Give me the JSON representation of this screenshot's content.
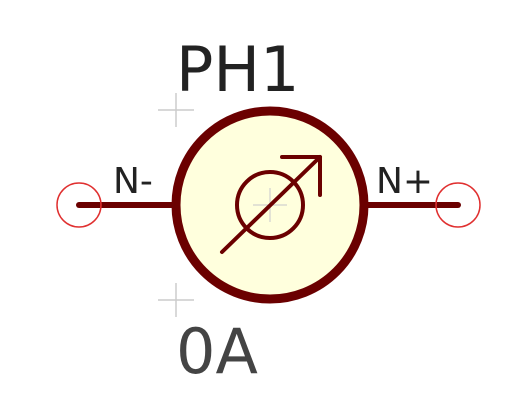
{
  "component": {
    "reference": "PH1",
    "value": "0A",
    "symbol_icon": "phase-shift-icon",
    "pins": {
      "left": "N-",
      "right": "N+"
    }
  },
  "colors": {
    "body_fill": "#ffffdd",
    "body_stroke": "#6b0000",
    "wire": "#6b0000",
    "pin_endpoint": "#e03030",
    "anchor_cross": "#cccccc",
    "center_cross": "#d0d0d0",
    "text": "#222222"
  }
}
